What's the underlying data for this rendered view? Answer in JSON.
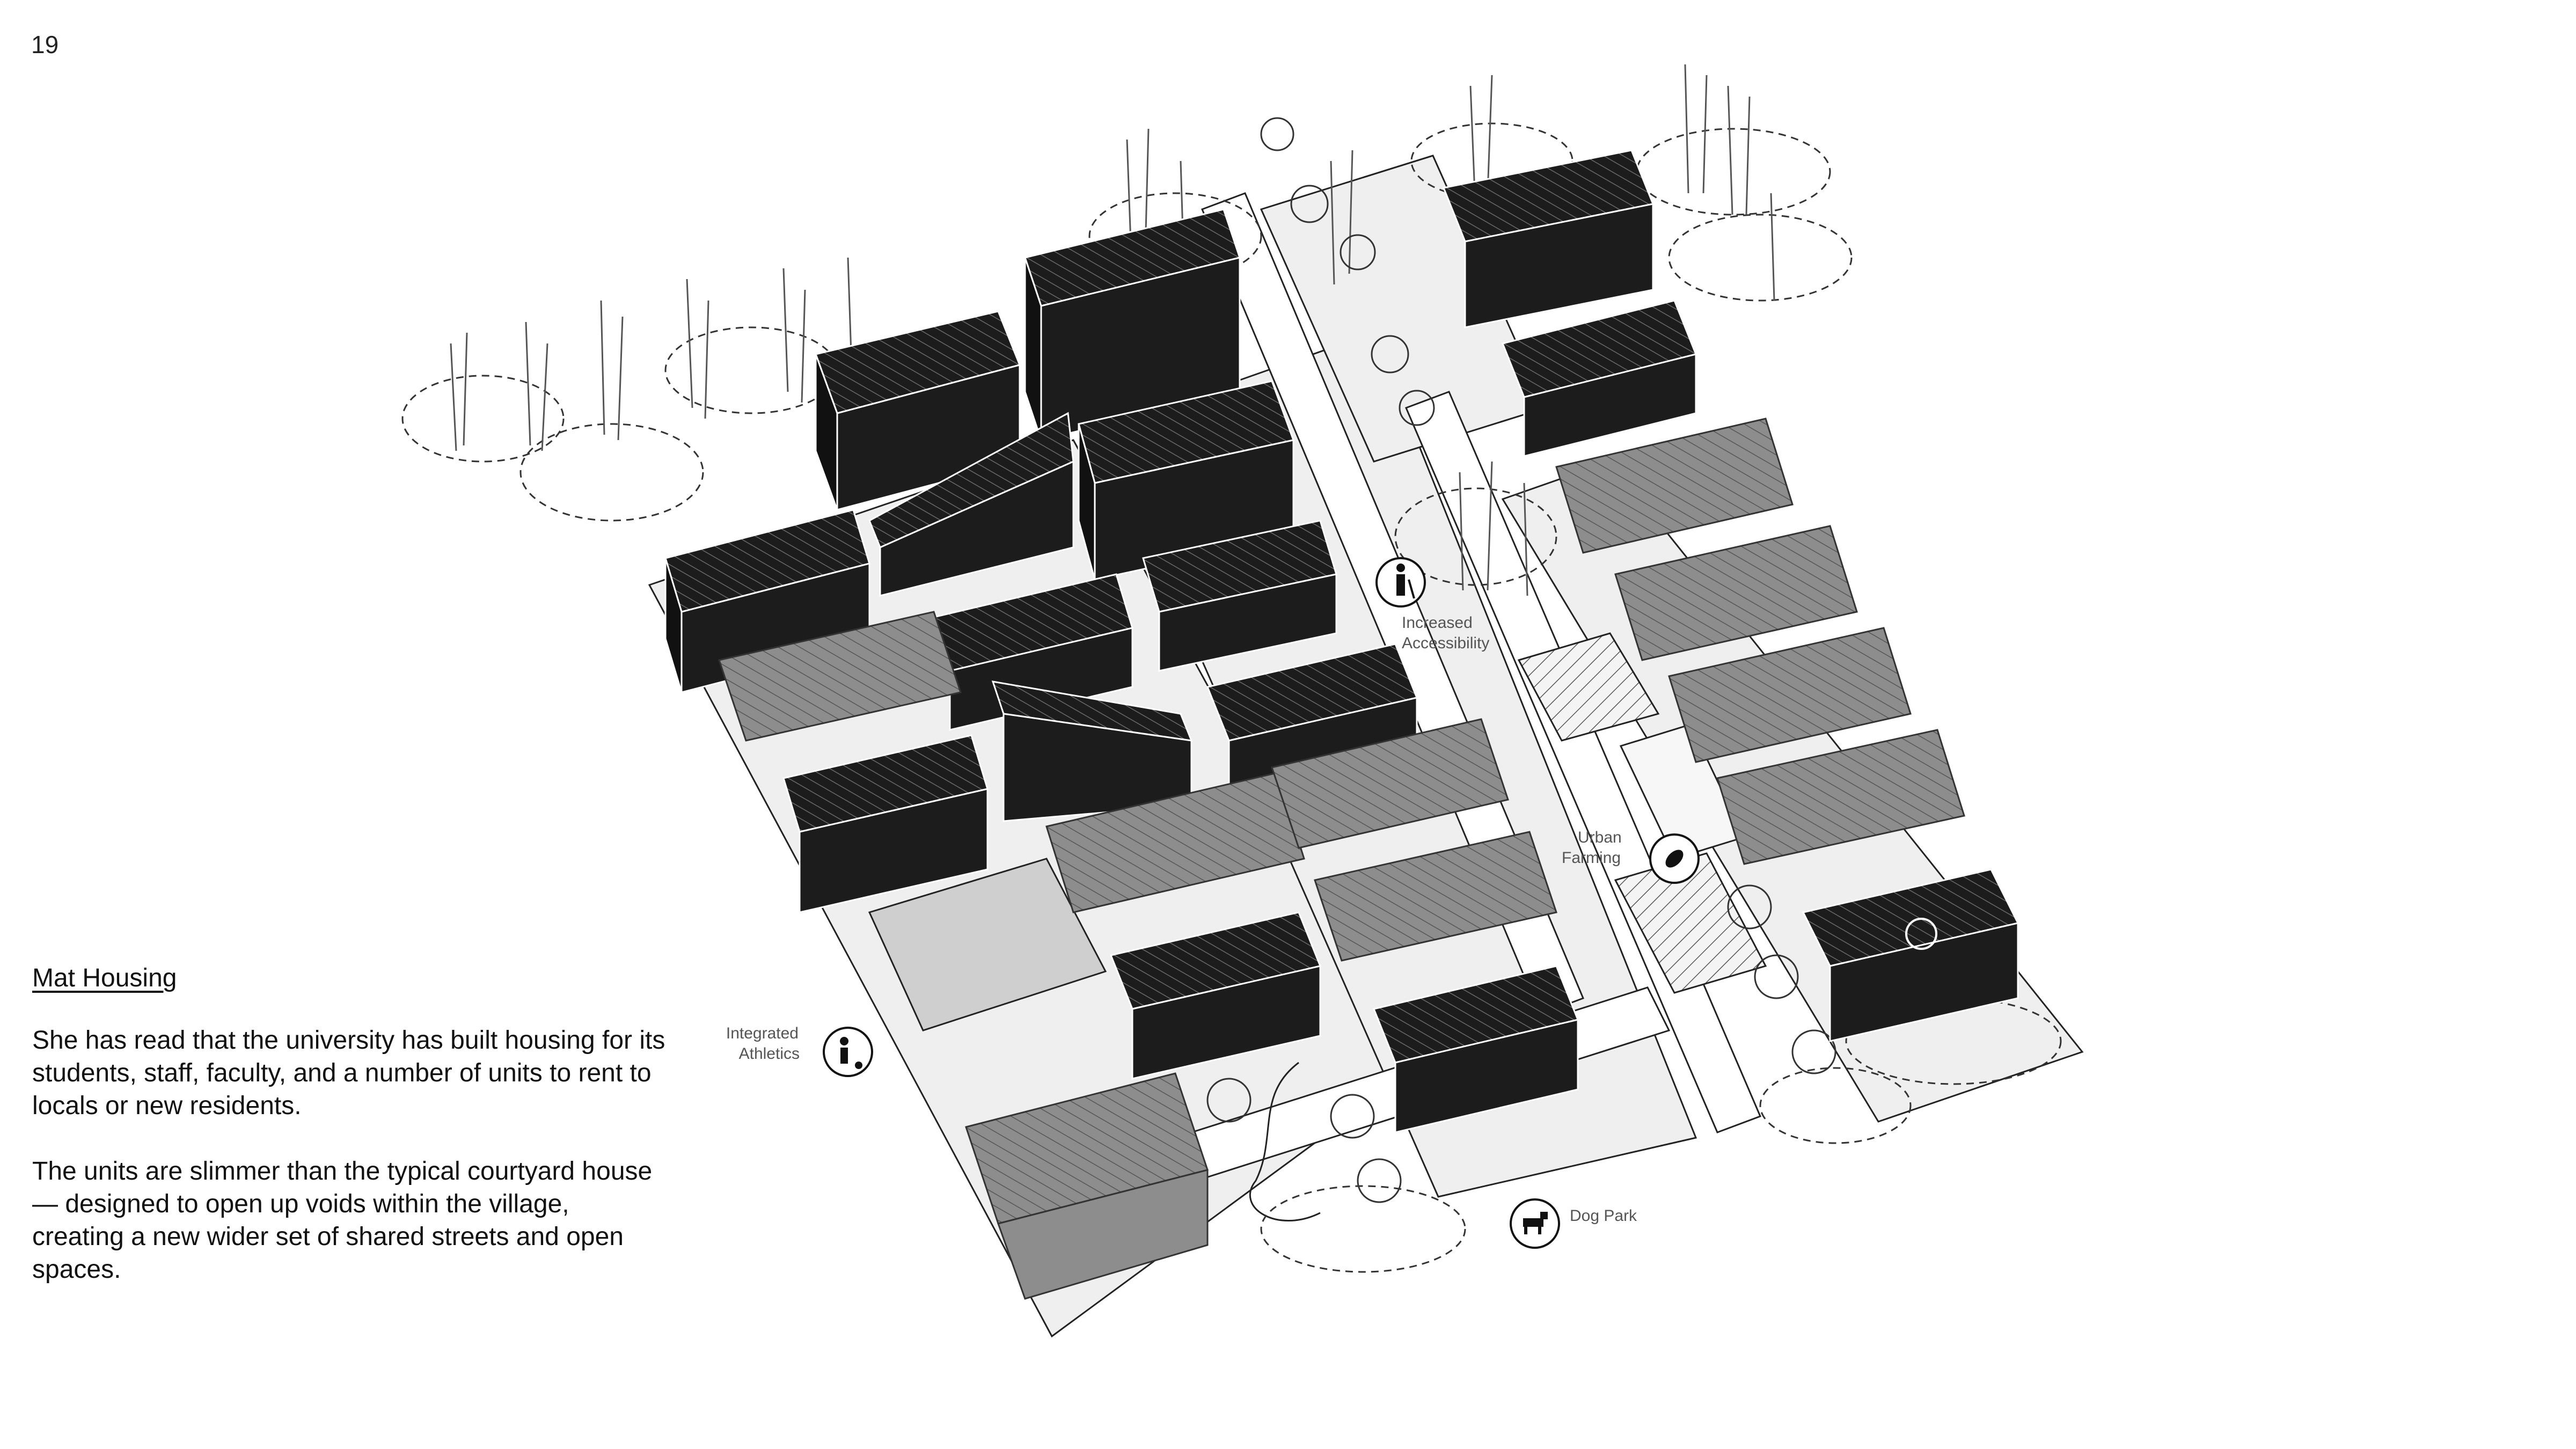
{
  "page": {
    "number": "19"
  },
  "section": {
    "title": "Mat Housing",
    "paragraphs": [
      "She has read that the university has built housing for its students, staff, faculty, and a number of units to rent to locals or new residents.",
      "The units are slimmer than the typical courtyard house — designed to open up voids within the village, creating a new wider set of shared streets and open spaces."
    ]
  },
  "annotations": {
    "accessibility": {
      "line1": "Increased",
      "line2": "Accessibility",
      "icon": "person-with-cane-icon"
    },
    "farming": {
      "line1": "Urban",
      "line2": "Farming",
      "icon": "leaf-icon"
    },
    "athletics": {
      "line1": "Integrated",
      "line2": "Athletics",
      "icon": "soccer-player-icon"
    },
    "dog_park": {
      "label": "Dog Park",
      "icon": "dog-icon"
    }
  },
  "colors": {
    "dark_unit": "#1c1c1c",
    "gray_unit": "#8a8a8a",
    "ground": "#efefef",
    "line": "#222222"
  }
}
